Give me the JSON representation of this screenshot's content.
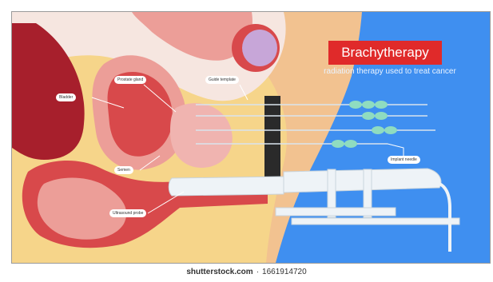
{
  "title": "Brachytherapy",
  "subtitle": "radiation therapy used to treat cancer",
  "labels": {
    "bladder": "Bladder",
    "prostate_gland": "Prostate gland",
    "guide_template": "Guide template",
    "semen": "Semen",
    "ultrasound_probe": "Ultrasound probe",
    "implant_needle": "Implant needle"
  },
  "footer": {
    "brand": "shutterstock.com",
    "separator": "·",
    "image_number": "1661914720"
  },
  "colors": {
    "background_fat": "#f6d58a",
    "tissue": "#ec9e98",
    "organ": "#d8494b",
    "muscle": "#a71f2c",
    "bone": "#f6e6e0",
    "skin": "#f2c290",
    "panel_blue": "#3f8ff0",
    "title_red": "#e02a2a",
    "seed_green": "#8fdcc0",
    "template_black": "#2a2a2a"
  }
}
